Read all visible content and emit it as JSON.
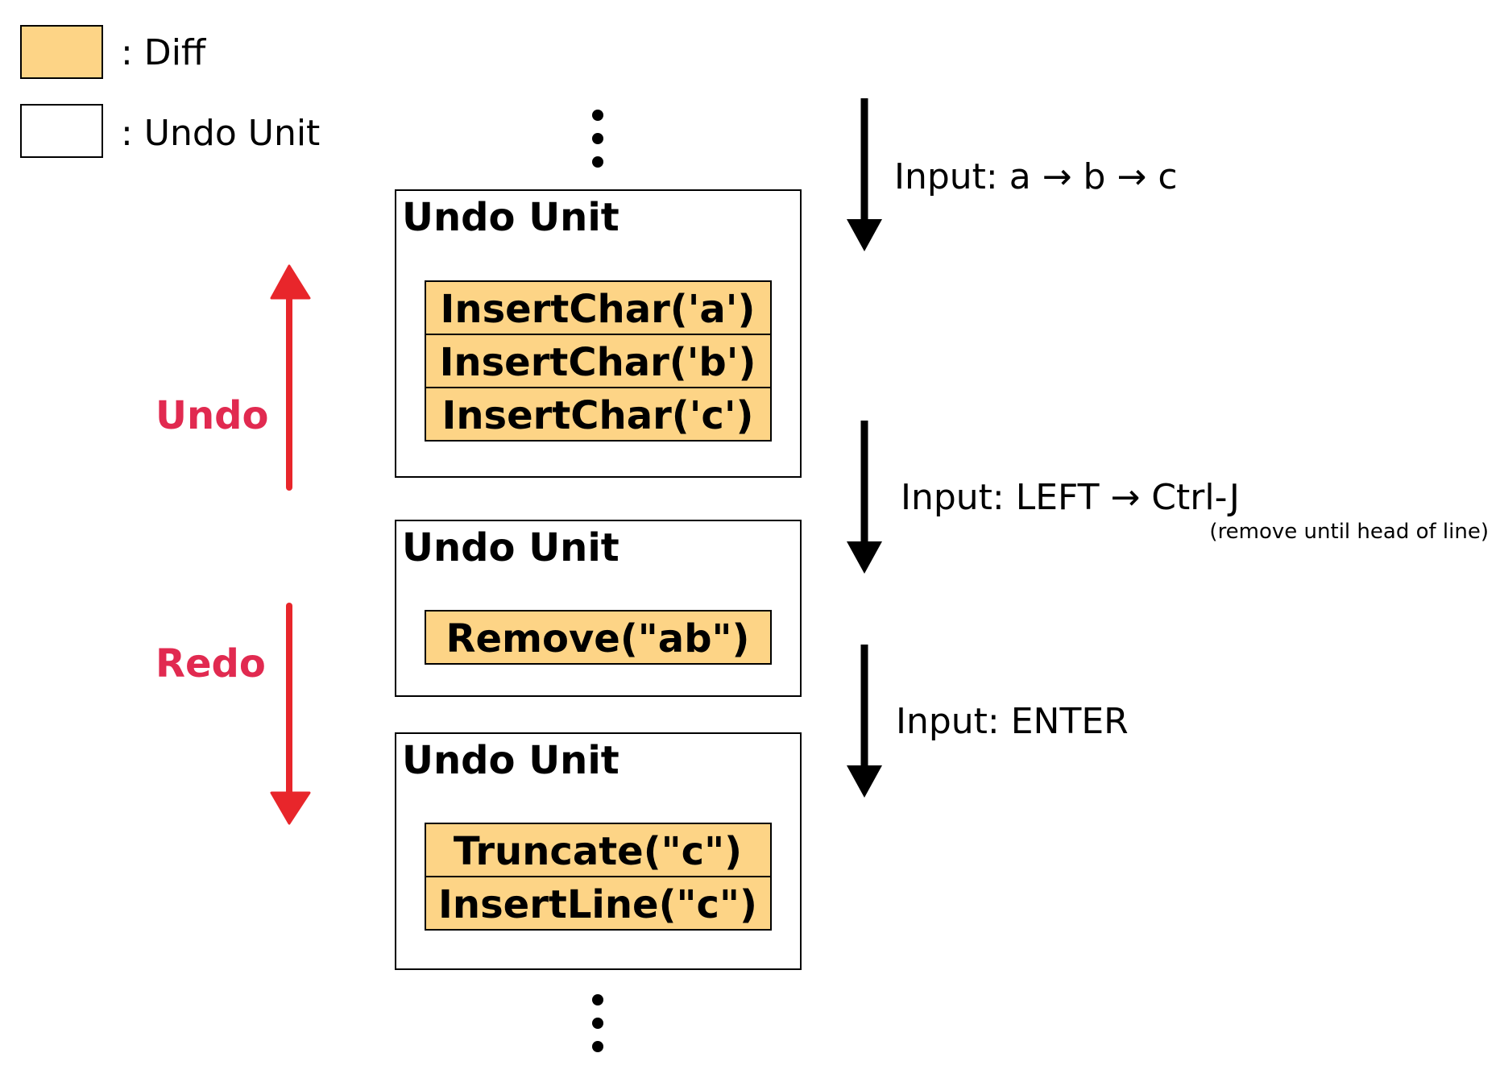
{
  "colors": {
    "diff_fill": "#FDD486",
    "unit_fill": "#FFFFFF",
    "stroke": "#000000",
    "action": "#E12A50",
    "action_arrow": "#E8262B"
  },
  "legend": {
    "diff_label": ": Diff",
    "unit_label": ": Undo Unit"
  },
  "undo_units": [
    {
      "title": "Undo Unit",
      "diffs": [
        "InsertChar('a')",
        "InsertChar('b')",
        "InsertChar('c')"
      ]
    },
    {
      "title": "Undo Unit",
      "diffs": [
        "Remove(\"ab\")"
      ]
    },
    {
      "title": "Undo Unit",
      "diffs": [
        "Truncate(\"c\")",
        "InsertLine(\"c\")"
      ]
    }
  ],
  "inputs": [
    {
      "label": "Input: a → b → c",
      "note": ""
    },
    {
      "label": "Input: LEFT → Ctrl-J",
      "note": "(remove until head of line)"
    },
    {
      "label": "Input: ENTER",
      "note": ""
    }
  ],
  "actions": {
    "undo": {
      "label": "Undo",
      "arrow_icon": "up-arrow-icon"
    },
    "redo": {
      "label": "Redo",
      "arrow_icon": "down-arrow-icon"
    }
  },
  "ellipsis_icon": "vertical-ellipsis-icon"
}
